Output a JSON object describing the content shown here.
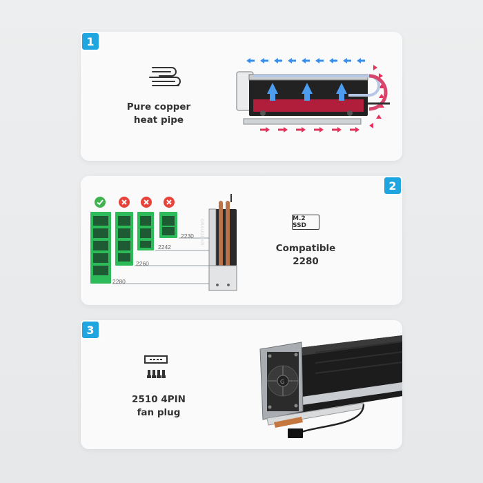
{
  "panels": [
    {
      "number": "1",
      "caption": "Pure copper\nheat pipe",
      "icon": "heat-pipe-icon",
      "illustration": "heatsink-airflow-diagram"
    },
    {
      "number": "2",
      "caption": "Compatible\n2280",
      "icon_label": "M.2 SSD",
      "sizes": [
        "2230",
        "2242",
        "2260",
        "2280"
      ],
      "size_status": [
        "cross",
        "cross",
        "cross",
        "check"
      ],
      "brand": "GRAUGEAR"
    },
    {
      "number": "3",
      "caption": "2510 4PIN\nfan plug",
      "icon": "fan-connector-icon",
      "illustration": "fan-heatsink-photo"
    }
  ],
  "colors": {
    "accent": "#1fa6e0",
    "check": "#3fb34f",
    "cross": "#e8433a",
    "pcb": "#2dbb5a",
    "hot": "#e6305a",
    "cold": "#3c8fe8"
  }
}
